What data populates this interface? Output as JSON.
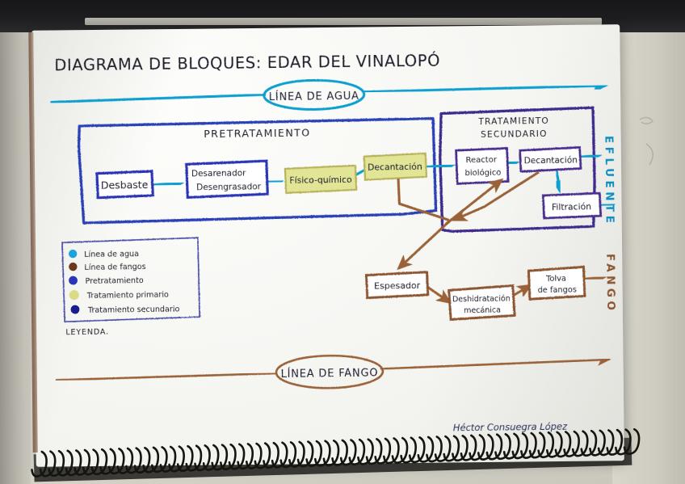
{
  "document": {
    "title": "DIAGRAMA DE BLOQUES:  EDAR DEL VINALOPÓ",
    "signature": "Héctor Consuegra López",
    "medium": "hand-drawn notebook page photo"
  },
  "water_line": {
    "label": "LÍNEA DE AGUA",
    "color": "#0f9fd0"
  },
  "sludge_line": {
    "label": "LÍNEA DE FANGO",
    "color": "#9a6239"
  },
  "sections": {
    "pretreatment": {
      "title": "PRETRATAMIENTO",
      "color": "#2b41b5"
    },
    "secondary": {
      "title_line1": "TRATAMIENTO",
      "title_line2": "SECUNDARIO",
      "color": "#3d2b8c"
    }
  },
  "blocks": {
    "desbaste": {
      "label": "Desbaste"
    },
    "desarenador": {
      "line1": "Desarenador",
      "line2": "Desengrasador"
    },
    "fisico_quimico": {
      "label": "Físico-químico"
    },
    "decantacion_primaria": {
      "label": "Decantación"
    },
    "reactor_biologico": {
      "line1": "Reactor",
      "line2": "biológico"
    },
    "decantacion_secundaria": {
      "label": "Decantación"
    },
    "filtracion": {
      "label": "Filtración"
    },
    "espesador": {
      "label": "Espesador"
    },
    "deshidratacion": {
      "line1": "Deshidratación",
      "line2": "mecánica"
    },
    "tolva": {
      "line1": "Tolva",
      "line2": "de fangos"
    }
  },
  "outputs": {
    "efluente": "EFLUENTE",
    "fango": "FANGO"
  },
  "legend": {
    "caption": "LEYENDA.",
    "items": [
      {
        "label": "Línea de agua",
        "color": "#1ba3de"
      },
      {
        "label": "Línea de fangos",
        "color": "#6b3a1c"
      },
      {
        "label": "Pretratamiento",
        "color": "#2b35b5"
      },
      {
        "label": "Tratamiento primario",
        "color": "#d9dc85"
      },
      {
        "label": "Tratamiento secundario",
        "color": "#171d8c"
      }
    ]
  }
}
